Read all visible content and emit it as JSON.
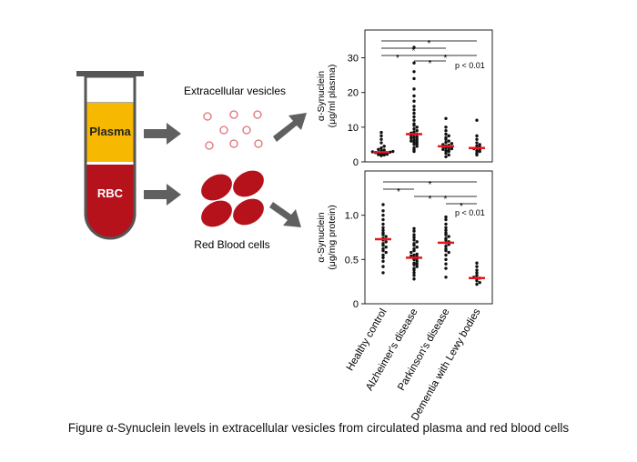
{
  "figure": {
    "caption": "Figure  α-Synuclein levels in extracellular vesicles from circulated plasma and red blood cells"
  },
  "schematic": {
    "tube_top_label": "Plasma",
    "tube_bottom_label": "RBC",
    "ev_label": "Extracellular vesicles",
    "rbc_label": "Red Blood cells",
    "colors": {
      "plasma": "#f6b800",
      "rbc": "#b5121b",
      "ev": "#e0707a",
      "arrow": "#606060"
    }
  },
  "chart_data": [
    {
      "type": "scatter",
      "panel": "top",
      "ylabel": [
        "α-Synuclein",
        "(μg/ml plasma)"
      ],
      "ylim": [
        0,
        38
      ],
      "yticks": [
        0,
        10,
        20,
        30
      ],
      "categories": [
        "Healthy control",
        "Alzheimer's disease",
        "Parkinson's disease",
        "Dementia with Lewy bodies"
      ],
      "means": [
        2.8,
        8.0,
        4.5,
        4.0
      ],
      "mean_color": "#e8141e",
      "pvalue_label": "p < 0.01",
      "significance": [
        {
          "from": 0,
          "to": 3,
          "label": "*"
        },
        {
          "from": 0,
          "to": 2,
          "label": "*"
        },
        {
          "from": 0,
          "to": 1,
          "label": "*"
        },
        {
          "from": 1,
          "to": 2,
          "label": "*"
        },
        {
          "from": 1,
          "to": 3,
          "label": "*"
        }
      ],
      "points": [
        [
          1.8,
          2.0,
          2.1,
          2.2,
          2.3,
          2.4,
          2.5,
          2.6,
          2.7,
          2.8,
          2.9,
          3.0,
          3.2,
          3.4,
          3.6,
          4.0,
          4.5,
          5.5,
          6.5,
          7.5,
          8.5
        ],
        [
          3.0,
          3.5,
          4.0,
          4.5,
          5.0,
          5.2,
          5.5,
          5.8,
          6.0,
          6.2,
          6.5,
          6.8,
          7.0,
          7.2,
          7.5,
          7.8,
          8.0,
          8.3,
          8.6,
          9.0,
          9.5,
          10.0,
          10.5,
          11.0,
          12.0,
          13.0,
          14.0,
          15.0,
          16.0,
          17.5,
          19.0,
          21.0,
          24.0,
          26.0,
          28.5,
          33.0
        ],
        [
          1.5,
          2.0,
          2.5,
          3.0,
          3.2,
          3.4,
          3.6,
          3.8,
          4.0,
          4.2,
          4.4,
          4.6,
          4.8,
          5.0,
          5.3,
          5.6,
          6.0,
          6.5,
          7.0,
          7.5,
          8.0,
          9.0,
          10.0,
          12.5
        ],
        [
          2.0,
          2.5,
          3.0,
          3.2,
          3.5,
          3.8,
          4.0,
          4.3,
          4.6,
          5.0,
          5.5,
          6.5,
          7.5,
          12.0
        ]
      ]
    },
    {
      "type": "scatter",
      "panel": "bottom",
      "ylabel": [
        "α-Synuclein",
        "(μg/mg protein)"
      ],
      "ylim": [
        0,
        1.5
      ],
      "yticks": [
        "0",
        "0.5",
        "1.0"
      ],
      "ytick_values": [
        0,
        0.5,
        1.0
      ],
      "categories": [
        "Healthy control",
        "Alzheimer's disease",
        "Parkinson's disease",
        "Dementia with Lewy bodies"
      ],
      "means": [
        0.73,
        0.52,
        0.69,
        0.29
      ],
      "mean_color": "#e8141e",
      "pvalue_label": "p < 0.01",
      "significance": [
        {
          "from": 0,
          "to": 3,
          "label": "*"
        },
        {
          "from": 0,
          "to": 1,
          "label": "*"
        },
        {
          "from": 1,
          "to": 3,
          "label": "*"
        },
        {
          "from": 1,
          "to": 2,
          "label": "*"
        },
        {
          "from": 2,
          "to": 3,
          "label": "*"
        }
      ],
      "points": [
        [
          0.35,
          0.42,
          0.48,
          0.52,
          0.55,
          0.58,
          0.6,
          0.62,
          0.64,
          0.66,
          0.68,
          0.7,
          0.72,
          0.74,
          0.76,
          0.78,
          0.8,
          0.83,
          0.86,
          0.9,
          0.95,
          1.0,
          1.05,
          1.12
        ],
        [
          0.28,
          0.32,
          0.35,
          0.38,
          0.4,
          0.42,
          0.44,
          0.45,
          0.46,
          0.48,
          0.5,
          0.51,
          0.52,
          0.53,
          0.54,
          0.55,
          0.56,
          0.58,
          0.6,
          0.62,
          0.64,
          0.66,
          0.68,
          0.7,
          0.72,
          0.75,
          0.78,
          0.82,
          0.85
        ],
        [
          0.3,
          0.4,
          0.45,
          0.5,
          0.55,
          0.58,
          0.6,
          0.62,
          0.65,
          0.67,
          0.69,
          0.7,
          0.72,
          0.74,
          0.76,
          0.78,
          0.8,
          0.83,
          0.86,
          0.9,
          0.95,
          0.98
        ],
        [
          0.22,
          0.24,
          0.26,
          0.28,
          0.29,
          0.3,
          0.32,
          0.35,
          0.38,
          0.42,
          0.46
        ]
      ]
    }
  ]
}
